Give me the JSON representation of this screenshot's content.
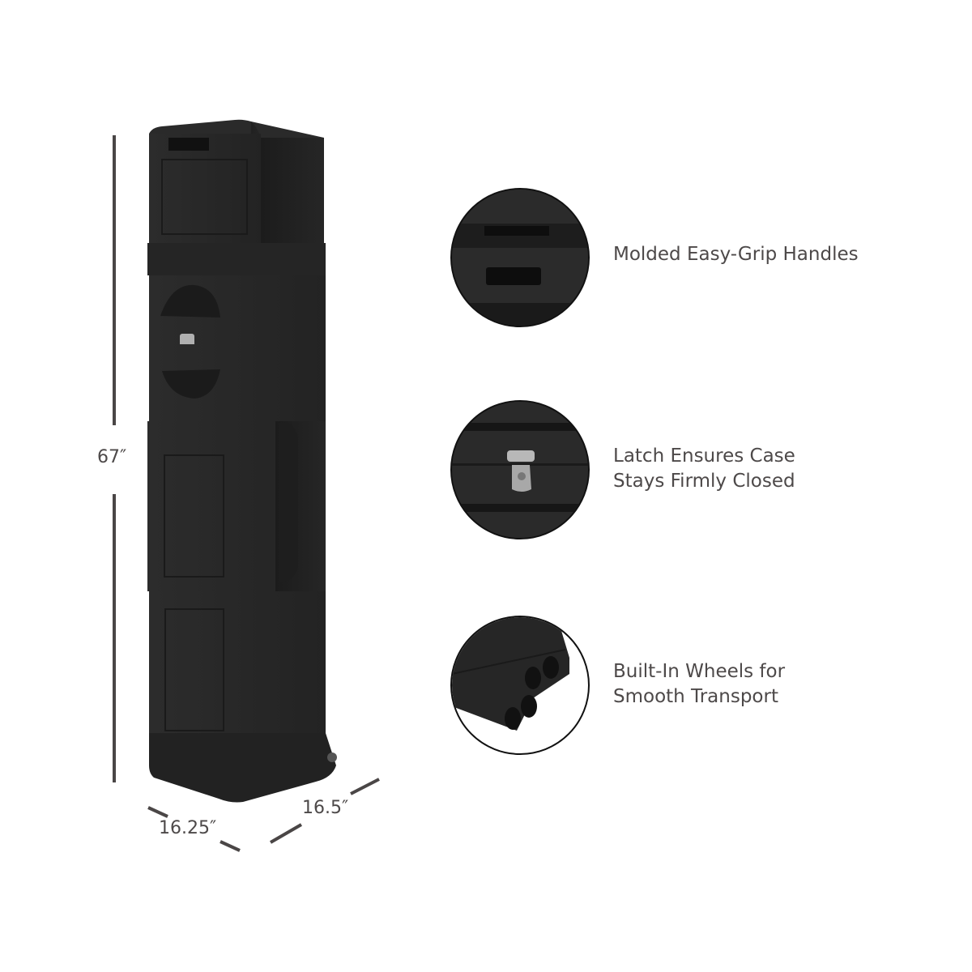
{
  "dimensions": {
    "height": "67″",
    "depth": "16.25″",
    "width": "16.5″"
  },
  "features": [
    {
      "icon": "handle-closeup",
      "text_lines": [
        "Molded Easy-Grip Handles"
      ]
    },
    {
      "icon": "latch-closeup",
      "text_lines": [
        "Latch Ensures Case",
        "Stays Firmly Closed"
      ]
    },
    {
      "icon": "wheels-closeup",
      "text_lines": [
        "Built-In Wheels for",
        "Smooth Transport"
      ]
    }
  ],
  "colors": {
    "case": "#262626",
    "text": "#4d4949",
    "dimension_line": "#4a4646"
  }
}
